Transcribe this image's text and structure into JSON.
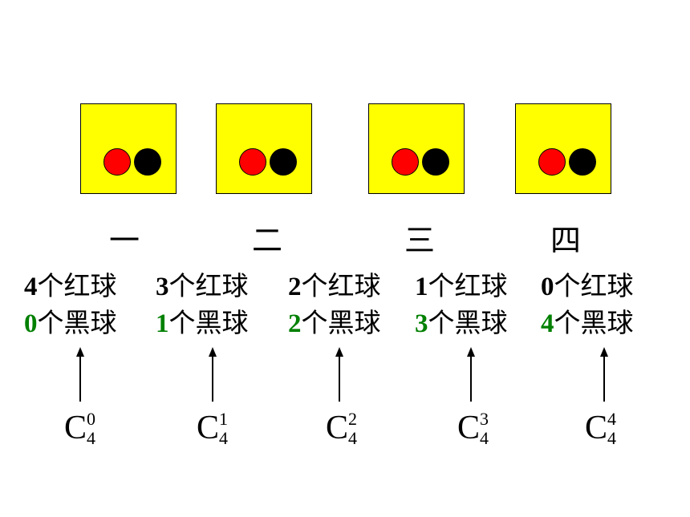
{
  "colors": {
    "box": "#ffff00",
    "red_ball": "#ff0000",
    "black_ball": "#000000",
    "green_text": "#008000"
  },
  "boxes": [
    {
      "label": "一"
    },
    {
      "label": "二"
    },
    {
      "label": "三"
    },
    {
      "label": "四"
    }
  ],
  "cases": [
    {
      "red_count": "4",
      "red_text": "个红球",
      "black_count": "0",
      "black_text": "个黑球",
      "comb_sup": "0",
      "comb_sub": "4",
      "comb_base": "C"
    },
    {
      "red_count": "3",
      "red_text": "个红球",
      "black_count": "1",
      "black_text": "个黑球",
      "comb_sup": "1",
      "comb_sub": "4",
      "comb_base": "C"
    },
    {
      "red_count": "2",
      "red_text": "个红球",
      "black_count": "2",
      "black_text": "个黑球",
      "comb_sup": "2",
      "comb_sub": "4",
      "comb_base": "C"
    },
    {
      "red_count": "1",
      "red_text": "个红球",
      "black_count": "3",
      "black_text": "个黑球",
      "comb_sup": "3",
      "comb_sub": "4",
      "comb_base": "C"
    },
    {
      "red_count": "0",
      "red_text": "个红球",
      "black_count": "4",
      "black_text": "个黑球",
      "comb_sup": "4",
      "comb_sub": "4",
      "comb_base": "C"
    }
  ]
}
